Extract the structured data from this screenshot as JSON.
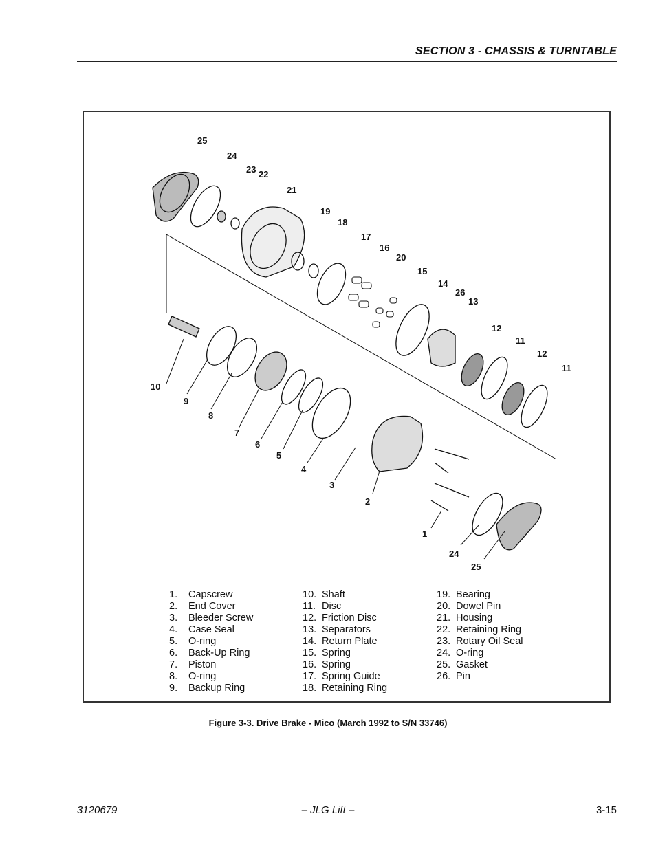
{
  "header": {
    "section_title": "SECTION 3 - CHASSIS & TURNTABLE"
  },
  "figure": {
    "caption": "Figure 3-3.  Drive Brake - Mico (March 1992 to S/N 33746)",
    "legend_columns": [
      [
        {
          "num": "1.",
          "label": "Capscrew"
        },
        {
          "num": "2.",
          "label": "End Cover"
        },
        {
          "num": "3.",
          "label": "Bleeder Screw"
        },
        {
          "num": "4.",
          "label": "Case Seal"
        },
        {
          "num": "5.",
          "label": "O-ring"
        },
        {
          "num": "6.",
          "label": "Back-Up Ring"
        },
        {
          "num": "7.",
          "label": "Piston"
        },
        {
          "num": "8.",
          "label": "O-ring"
        },
        {
          "num": "9.",
          "label": "Backup Ring"
        }
      ],
      [
        {
          "num": "10.",
          "label": "Shaft"
        },
        {
          "num": "11.",
          "label": "Disc"
        },
        {
          "num": "12.",
          "label": "Friction Disc"
        },
        {
          "num": "13.",
          "label": "Separators"
        },
        {
          "num": "14.",
          "label": "Return Plate"
        },
        {
          "num": "15.",
          "label": "Spring"
        },
        {
          "num": "16.",
          "label": "Spring"
        },
        {
          "num": "17.",
          "label": "Spring Guide"
        },
        {
          "num": "18.",
          "label": "Retaining Ring"
        }
      ],
      [
        {
          "num": "19.",
          "label": "Bearing"
        },
        {
          "num": "20.",
          "label": "Dowel Pin"
        },
        {
          "num": "21.",
          "label": "Housing"
        },
        {
          "num": "22.",
          "label": "Retaining Ring"
        },
        {
          "num": "23.",
          "label": "Rotary Oil Seal"
        },
        {
          "num": "24.",
          "label": "O-ring"
        },
        {
          "num": "25.",
          "label": "Gasket"
        },
        {
          "num": "26.",
          "label": "Pin"
        }
      ]
    ],
    "callouts": [
      {
        "id": "c25a",
        "text": "25"
      },
      {
        "id": "c24a",
        "text": "24"
      },
      {
        "id": "c23",
        "text": "23"
      },
      {
        "id": "c22",
        "text": "22"
      },
      {
        "id": "c21",
        "text": "21"
      },
      {
        "id": "c19",
        "text": "19"
      },
      {
        "id": "c18",
        "text": "18"
      },
      {
        "id": "c17",
        "text": "17"
      },
      {
        "id": "c16",
        "text": "16"
      },
      {
        "id": "c20",
        "text": "20"
      },
      {
        "id": "c15",
        "text": "15"
      },
      {
        "id": "c14",
        "text": "14"
      },
      {
        "id": "c26",
        "text": "26"
      },
      {
        "id": "c13",
        "text": "13"
      },
      {
        "id": "c12a",
        "text": "12"
      },
      {
        "id": "c11a",
        "text": "11"
      },
      {
        "id": "c12b",
        "text": "12"
      },
      {
        "id": "c11b",
        "text": "11"
      },
      {
        "id": "c10",
        "text": "10"
      },
      {
        "id": "c9",
        "text": "9"
      },
      {
        "id": "c8",
        "text": "8"
      },
      {
        "id": "c7",
        "text": "7"
      },
      {
        "id": "c6",
        "text": "6"
      },
      {
        "id": "c5",
        "text": "5"
      },
      {
        "id": "c4",
        "text": "4"
      },
      {
        "id": "c3",
        "text": "3"
      },
      {
        "id": "c2",
        "text": "2"
      },
      {
        "id": "c1",
        "text": "1"
      },
      {
        "id": "c24b",
        "text": "24"
      },
      {
        "id": "c25b",
        "text": "25"
      }
    ]
  },
  "footer": {
    "doc_number": "3120679",
    "publisher": "– JLG Lift –",
    "page_number": "3-15"
  }
}
